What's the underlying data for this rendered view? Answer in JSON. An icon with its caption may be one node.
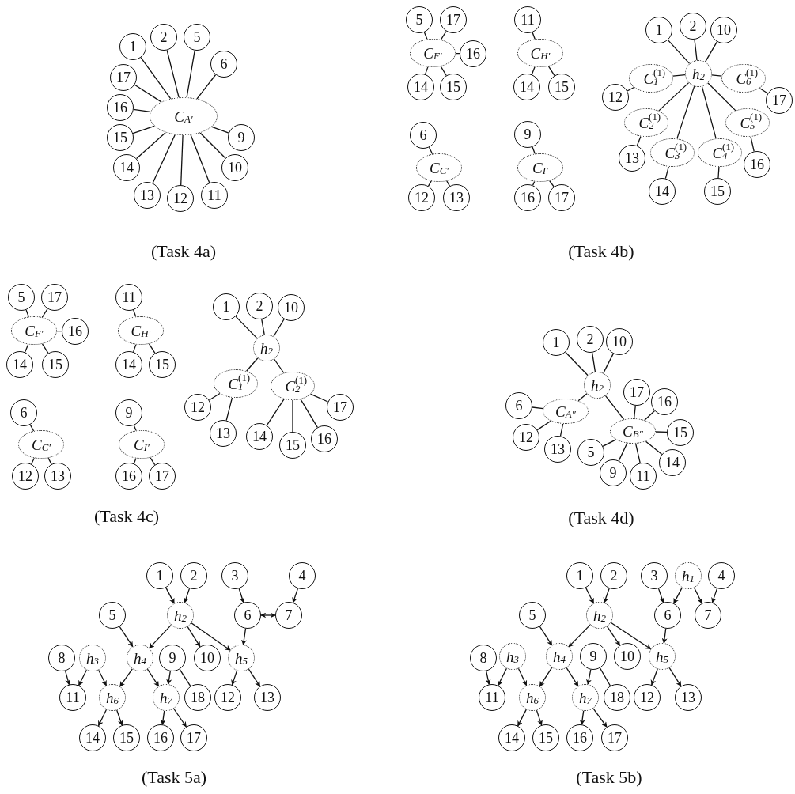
{
  "diagram": {
    "nodes": [
      {
        "text": [
          "C$_{A′}$"
        ]
      },
      {
        "text": [
          "1"
        ]
      },
      {
        "text": [
          "2"
        ]
      },
      {
        "text": [
          "5"
        ]
      },
      {
        "text": [
          "6"
        ]
      },
      {
        "text": [
          "9"
        ]
      },
      {
        "text": [
          "10"
        ]
      },
      {
        "text": [
          "11"
        ]
      },
      {
        "text": [
          "12"
        ]
      },
      {
        "text": [
          "13"
        ]
      },
      {
        "text": [
          "14"
        ]
      },
      {
        "text": [
          "15"
        ]
      },
      {
        "text": [
          "16"
        ]
      },
      {
        "text": [
          "17"
        ]
      },
      {
        "text": [
          "C$_{F′}$"
        ]
      },
      {
        "text": [
          "5"
        ]
      },
      {
        "text": [
          "17"
        ]
      },
      {
        "text": [
          "16"
        ]
      },
      {
        "text": [
          "14"
        ]
      },
      {
        "text": [
          "15"
        ]
      },
      {
        "text": [
          "C$_{H′}$"
        ]
      },
      {
        "text": [
          "11"
        ]
      },
      {
        "text": [
          "14"
        ]
      },
      {
        "text": [
          "15"
        ]
      },
      {
        "text": [
          "h$_{2}$"
        ]
      },
      {
        "text": [
          "1"
        ]
      },
      {
        "text": [
          "2"
        ]
      },
      {
        "text": [
          "10"
        ]
      },
      {
        "text": [
          "C$^{(1)}$$_{1}$"
        ]
      },
      {
        "text": [
          "12"
        ]
      },
      {
        "text": [
          "C$^{(1)}$$_{6}$"
        ]
      },
      {
        "text": [
          "17"
        ]
      },
      {
        "text": [
          "C$^{(1)}$$_{2}$"
        ]
      },
      {
        "text": [
          "13"
        ]
      },
      {
        "text": [
          "C$^{(1)}$$_{5}$"
        ]
      },
      {
        "text": [
          "16"
        ]
      },
      {
        "text": [
          "C$^{(1)}$$_{3}$"
        ]
      },
      {
        "text": [
          "14"
        ]
      },
      {
        "text": [
          "C$^{(1)}$$_{4}$"
        ]
      },
      {
        "text": [
          "15"
        ]
      },
      {
        "text": [
          "C$_{C′}$"
        ]
      },
      {
        "text": [
          "6"
        ]
      },
      {
        "text": [
          "12"
        ]
      },
      {
        "text": [
          "13"
        ]
      },
      {
        "text": [
          "C$_{I′}$"
        ]
      },
      {
        "text": [
          "9"
        ]
      },
      {
        "text": [
          "16"
        ]
      },
      {
        "text": [
          "17"
        ]
      },
      {
        "text": [
          "C$_{F′}$"
        ]
      },
      {
        "text": [
          "5"
        ]
      },
      {
        "text": [
          "17"
        ]
      },
      {
        "text": [
          "16"
        ]
      },
      {
        "text": [
          "14"
        ]
      },
      {
        "text": [
          "15"
        ]
      },
      {
        "text": [
          "C$_{H′}$"
        ]
      },
      {
        "text": [
          "11"
        ]
      },
      {
        "text": [
          "14"
        ]
      },
      {
        "text": [
          "15"
        ]
      },
      {
        "text": [
          "h$_{2}$"
        ]
      },
      {
        "text": [
          "1"
        ]
      },
      {
        "text": [
          "2"
        ]
      },
      {
        "text": [
          "10"
        ]
      },
      {
        "text": [
          "C$^{(1)}$$_{1}$"
        ]
      },
      {
        "text": [
          "12"
        ]
      },
      {
        "text": [
          "13"
        ]
      },
      {
        "text": [
          "C$^{(1)}$$_{2}$"
        ]
      },
      {
        "text": [
          "17"
        ]
      },
      {
        "text": [
          "14"
        ]
      },
      {
        "text": [
          "15"
        ]
      },
      {
        "text": [
          "16"
        ]
      },
      {
        "text": [
          "C$_{C′}$"
        ]
      },
      {
        "text": [
          "6"
        ]
      },
      {
        "text": [
          "12"
        ]
      },
      {
        "text": [
          "13"
        ]
      },
      {
        "text": [
          "C$_{I′}$"
        ]
      },
      {
        "text": [
          "9"
        ]
      },
      {
        "text": [
          "16"
        ]
      },
      {
        "text": [
          "17"
        ]
      },
      {
        "text": [
          "h$_{2}$"
        ]
      },
      {
        "text": [
          "1"
        ]
      },
      {
        "text": [
          "2"
        ]
      },
      {
        "text": [
          "10"
        ]
      },
      {
        "text": [
          "C$_{A″}$"
        ]
      },
      {
        "text": [
          "6"
        ]
      },
      {
        "text": [
          "12"
        ]
      },
      {
        "text": [
          "13"
        ]
      },
      {
        "text": [
          "C$_{B″}$"
        ]
      },
      {
        "text": [
          "17"
        ]
      },
      {
        "text": [
          "16"
        ]
      },
      {
        "text": [
          "15"
        ]
      },
      {
        "text": [
          "14"
        ]
      },
      {
        "text": [
          "11"
        ]
      },
      {
        "text": [
          "9"
        ]
      },
      {
        "text": [
          "5"
        ]
      },
      {
        "text": [
          "1"
        ]
      },
      {
        "text": [
          "2"
        ]
      },
      {
        "text": [
          "3"
        ]
      },
      {
        "text": [
          "4"
        ]
      },
      {
        "text": [
          "5"
        ]
      },
      {
        "text": [
          "h$_{2}$"
        ]
      },
      {
        "text": [
          "6"
        ]
      },
      {
        "text": [
          "7"
        ]
      },
      {
        "text": [
          "8"
        ]
      },
      {
        "text": [
          "h$_{3}$"
        ]
      },
      {
        "text": [
          "h$_{4}$"
        ]
      },
      {
        "text": [
          "9"
        ]
      },
      {
        "text": [
          "10"
        ]
      },
      {
        "text": [
          "h$_{5}$"
        ]
      },
      {
        "text": [
          "11"
        ]
      },
      {
        "text": [
          "h$_{6}$"
        ]
      },
      {
        "text": [
          "h$_{7}$"
        ]
      },
      {
        "text": [
          "18"
        ]
      },
      {
        "text": [
          "12"
        ]
      },
      {
        "text": [
          "13"
        ]
      },
      {
        "text": [
          "14"
        ]
      },
      {
        "text": [
          "15"
        ]
      },
      {
        "text": [
          "16"
        ]
      },
      {
        "text": [
          "17"
        ]
      },
      {
        "text": [
          "1"
        ]
      },
      {
        "text": [
          "2"
        ]
      },
      {
        "text": [
          "3"
        ]
      },
      {
        "text": [
          "h$_{1}$"
        ]
      },
      {
        "text": [
          "4"
        ]
      },
      {
        "text": [
          "5"
        ]
      },
      {
        "text": [
          "h$_{2}$"
        ]
      },
      {
        "text": [
          "6"
        ]
      },
      {
        "text": [
          "7"
        ]
      },
      {
        "text": [
          "8"
        ]
      },
      {
        "text": [
          "h$_{3}$"
        ]
      },
      {
        "text": [
          "h$_{4}$"
        ]
      },
      {
        "text": [
          "9"
        ]
      },
      {
        "text": [
          "10"
        ]
      },
      {
        "text": [
          "h$_{5}$"
        ]
      },
      {
        "text": [
          "11"
        ]
      },
      {
        "text": [
          "h$_{6}$"
        ]
      },
      {
        "text": [
          "h$_{7}$"
        ]
      },
      {
        "text": [
          "18"
        ]
      },
      {
        "text": [
          "12"
        ]
      },
      {
        "text": [
          "13"
        ]
      },
      {
        "text": [
          "14"
        ]
      },
      {
        "text": [
          "15"
        ]
      },
      {
        "text": [
          "16"
        ]
      },
      {
        "text": [
          "17"
        ]
      }
    ],
    "edges": [
      {
        "from": 0,
        "to": 1,
        "arrow": "none"
      },
      {
        "from": 0,
        "to": 2,
        "arrow": "none"
      },
      {
        "from": 0,
        "to": 3,
        "arrow": "none"
      },
      {
        "from": 0,
        "to": 4,
        "arrow": "none"
      },
      {
        "from": 0,
        "to": 5,
        "arrow": "none"
      },
      {
        "from": 0,
        "to": 6,
        "arrow": "none"
      },
      {
        "from": 0,
        "to": 7,
        "arrow": "none"
      },
      {
        "from": 0,
        "to": 8,
        "arrow": "none"
      },
      {
        "from": 0,
        "to": 9,
        "arrow": "none"
      },
      {
        "from": 0,
        "to": 10,
        "arrow": "none"
      },
      {
        "from": 0,
        "to": 11,
        "arrow": "none"
      },
      {
        "from": 0,
        "to": 12,
        "arrow": "none"
      },
      {
        "from": 0,
        "to": 13,
        "arrow": "none"
      },
      {
        "from": 14,
        "to": 15,
        "arrow": "none"
      },
      {
        "from": 14,
        "to": 16,
        "arrow": "none"
      },
      {
        "from": 14,
        "to": 17,
        "arrow": "none"
      },
      {
        "from": 14,
        "to": 18,
        "arrow": "none"
      },
      {
        "from": 14,
        "to": 19,
        "arrow": "none"
      },
      {
        "from": 20,
        "to": 21,
        "arrow": "none"
      },
      {
        "from": 20,
        "to": 22,
        "arrow": "none"
      },
      {
        "from": 20,
        "to": 23,
        "arrow": "none"
      },
      {
        "from": 24,
        "to": 25,
        "arrow": "none"
      },
      {
        "from": 24,
        "to": 26,
        "arrow": "none"
      },
      {
        "from": 24,
        "to": 27,
        "arrow": "none"
      },
      {
        "from": 24,
        "to": 28,
        "arrow": "none"
      },
      {
        "from": 24,
        "to": 30,
        "arrow": "none"
      },
      {
        "from": 24,
        "to": 32,
        "arrow": "none"
      },
      {
        "from": 24,
        "to": 36,
        "arrow": "none"
      },
      {
        "from": 24,
        "to": 38,
        "arrow": "none"
      },
      {
        "from": 24,
        "to": 34,
        "arrow": "none"
      },
      {
        "from": 28,
        "to": 29,
        "arrow": "none"
      },
      {
        "from": 30,
        "to": 31,
        "arrow": "none"
      },
      {
        "from": 32,
        "to": 33,
        "arrow": "none"
      },
      {
        "from": 34,
        "to": 35,
        "arrow": "none"
      },
      {
        "from": 36,
        "to": 37,
        "arrow": "none"
      },
      {
        "from": 38,
        "to": 39,
        "arrow": "none"
      },
      {
        "from": 40,
        "to": 41,
        "arrow": "none"
      },
      {
        "from": 40,
        "to": 42,
        "arrow": "none"
      },
      {
        "from": 40,
        "to": 43,
        "arrow": "none"
      },
      {
        "from": 44,
        "to": 45,
        "arrow": "none"
      },
      {
        "from": 44,
        "to": 46,
        "arrow": "none"
      },
      {
        "from": 44,
        "to": 47,
        "arrow": "none"
      },
      {
        "from": 48,
        "to": 49,
        "arrow": "none"
      },
      {
        "from": 48,
        "to": 50,
        "arrow": "none"
      },
      {
        "from": 48,
        "to": 51,
        "arrow": "none"
      },
      {
        "from": 48,
        "to": 52,
        "arrow": "none"
      },
      {
        "from": 48,
        "to": 53,
        "arrow": "none"
      },
      {
        "from": 54,
        "to": 55,
        "arrow": "none"
      },
      {
        "from": 54,
        "to": 56,
        "arrow": "none"
      },
      {
        "from": 54,
        "to": 57,
        "arrow": "none"
      },
      {
        "from": 58,
        "to": 59,
        "arrow": "none"
      },
      {
        "from": 58,
        "to": 60,
        "arrow": "none"
      },
      {
        "from": 58,
        "to": 61,
        "arrow": "none"
      },
      {
        "from": 58,
        "to": 62,
        "arrow": "none"
      },
      {
        "from": 58,
        "to": 65,
        "arrow": "none"
      },
      {
        "from": 62,
        "to": 63,
        "arrow": "none"
      },
      {
        "from": 62,
        "to": 64,
        "arrow": "none"
      },
      {
        "from": 65,
        "to": 66,
        "arrow": "none"
      },
      {
        "from": 65,
        "to": 67,
        "arrow": "none"
      },
      {
        "from": 65,
        "to": 68,
        "arrow": "none"
      },
      {
        "from": 65,
        "to": 69,
        "arrow": "none"
      },
      {
        "from": 70,
        "to": 71,
        "arrow": "none"
      },
      {
        "from": 70,
        "to": 72,
        "arrow": "none"
      },
      {
        "from": 70,
        "to": 73,
        "arrow": "none"
      },
      {
        "from": 74,
        "to": 75,
        "arrow": "none"
      },
      {
        "from": 74,
        "to": 76,
        "arrow": "none"
      },
      {
        "from": 74,
        "to": 77,
        "arrow": "none"
      },
      {
        "from": 78,
        "to": 79,
        "arrow": "none"
      },
      {
        "from": 78,
        "to": 80,
        "arrow": "none"
      },
      {
        "from": 78,
        "to": 81,
        "arrow": "none"
      },
      {
        "from": 78,
        "to": 82,
        "arrow": "none"
      },
      {
        "from": 78,
        "to": 86,
        "arrow": "none"
      },
      {
        "from": 82,
        "to": 83,
        "arrow": "none"
      },
      {
        "from": 82,
        "to": 84,
        "arrow": "none"
      },
      {
        "from": 82,
        "to": 85,
        "arrow": "none"
      },
      {
        "from": 86,
        "to": 87,
        "arrow": "none"
      },
      {
        "from": 86,
        "to": 88,
        "arrow": "none"
      },
      {
        "from": 86,
        "to": 89,
        "arrow": "none"
      },
      {
        "from": 86,
        "to": 90,
        "arrow": "none"
      },
      {
        "from": 86,
        "to": 91,
        "arrow": "none"
      },
      {
        "from": 86,
        "to": 92,
        "arrow": "none"
      },
      {
        "from": 86,
        "to": 93,
        "arrow": "none"
      },
      {
        "from": 94,
        "to": 99,
        "arrow": "to"
      },
      {
        "from": 95,
        "to": 99,
        "arrow": "to"
      },
      {
        "from": 96,
        "to": 100,
        "arrow": "to"
      },
      {
        "from": 97,
        "to": 101,
        "arrow": "to"
      },
      {
        "from": 100,
        "to": 101,
        "arrow": "both"
      },
      {
        "from": 98,
        "to": 104,
        "arrow": "to"
      },
      {
        "from": 99,
        "to": 104,
        "arrow": "to"
      },
      {
        "from": 99,
        "to": 106,
        "arrow": "to"
      },
      {
        "from": 99,
        "to": 107,
        "arrow": "to"
      },
      {
        "from": 100,
        "to": 107,
        "arrow": "to"
      },
      {
        "from": 102,
        "to": 108,
        "arrow": "to"
      },
      {
        "from": 103,
        "to": 108,
        "arrow": "to"
      },
      {
        "from": 103,
        "to": 109,
        "arrow": "to"
      },
      {
        "from": 104,
        "to": 109,
        "arrow": "to"
      },
      {
        "from": 104,
        "to": 110,
        "arrow": "to"
      },
      {
        "from": 105,
        "to": 110,
        "arrow": "to"
      },
      {
        "from": 105,
        "to": 111,
        "arrow": "none"
      },
      {
        "from": 107,
        "to": 112,
        "arrow": "to"
      },
      {
        "from": 107,
        "to": 113,
        "arrow": "to"
      },
      {
        "from": 109,
        "to": 114,
        "arrow": "to"
      },
      {
        "from": 109,
        "to": 115,
        "arrow": "to"
      },
      {
        "from": 110,
        "to": 116,
        "arrow": "to"
      },
      {
        "from": 110,
        "to": 117,
        "arrow": "to"
      },
      {
        "from": 118,
        "to": 124,
        "arrow": "to"
      },
      {
        "from": 119,
        "to": 124,
        "arrow": "to"
      },
      {
        "from": 120,
        "to": 125,
        "arrow": "to"
      },
      {
        "from": 121,
        "to": 125,
        "arrow": "to"
      },
      {
        "from": 121,
        "to": 126,
        "arrow": "to"
      },
      {
        "from": 122,
        "to": 126,
        "arrow": "to"
      },
      {
        "from": 123,
        "to": 129,
        "arrow": "to"
      },
      {
        "from": 124,
        "to": 129,
        "arrow": "to"
      },
      {
        "from": 124,
        "to": 131,
        "arrow": "to"
      },
      {
        "from": 124,
        "to": 132,
        "arrow": "to"
      },
      {
        "from": 125,
        "to": 132,
        "arrow": "to"
      },
      {
        "from": 127,
        "to": 133,
        "arrow": "to"
      },
      {
        "from": 128,
        "to": 133,
        "arrow": "to"
      },
      {
        "from": 128,
        "to": 134,
        "arrow": "to"
      },
      {
        "from": 129,
        "to": 134,
        "arrow": "to"
      },
      {
        "from": 129,
        "to": 135,
        "arrow": "to"
      },
      {
        "from": 130,
        "to": 135,
        "arrow": "to"
      },
      {
        "from": 130,
        "to": 136,
        "arrow": "none"
      },
      {
        "from": 132,
        "to": 137,
        "arrow": "to"
      },
      {
        "from": 132,
        "to": 138,
        "arrow": "to"
      },
      {
        "from": 134,
        "to": 139,
        "arrow": "to"
      },
      {
        "from": 134,
        "to": 140,
        "arrow": "to"
      },
      {
        "from": 135,
        "to": 141,
        "arrow": "to"
      },
      {
        "from": 135,
        "to": 142,
        "arrow": "to"
      }
    ],
    "labels": [
      "(Task 4a)",
      "(Task 4b)",
      "(Task 4c)",
      "(Task 4d)",
      "(Task 5a)",
      "(Task 5b)"
    ]
  }
}
